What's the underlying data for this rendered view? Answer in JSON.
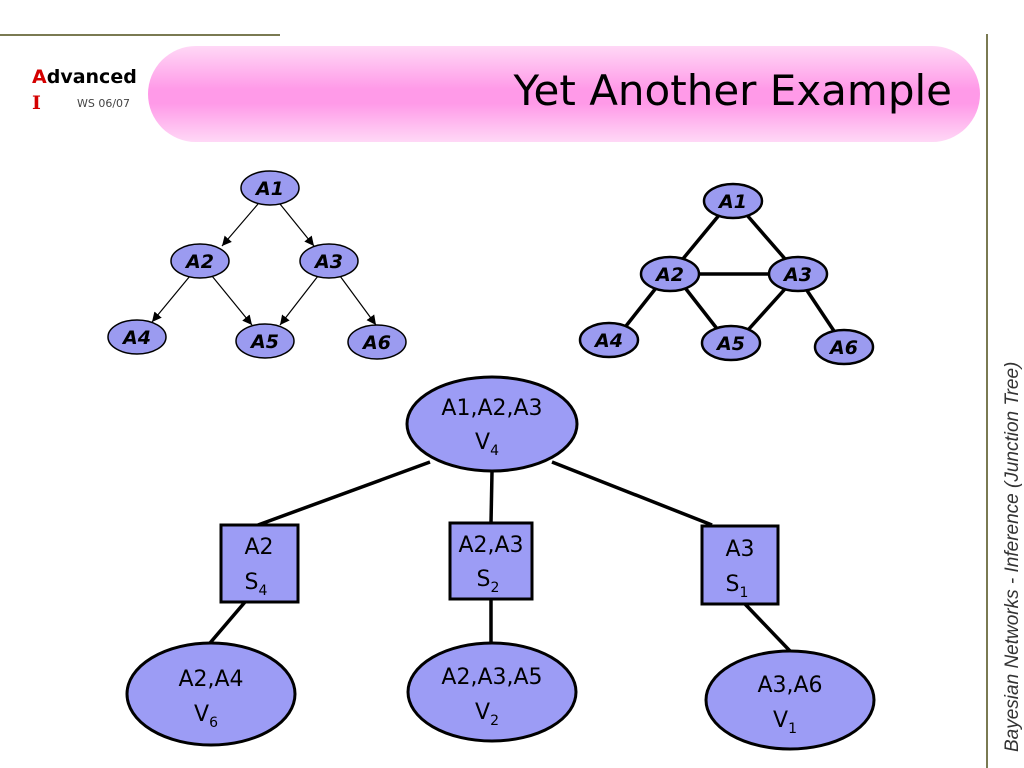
{
  "header": {
    "logo_first_letter": "A",
    "logo_rest": "dvanced",
    "logo_second_line": "I",
    "logo_term": "WS 06/07",
    "title": "Yet Another Example"
  },
  "side_caption": "Bayesian Networks  - Inference (Junction Tree)",
  "left_graph": {
    "nodes": [
      "A1",
      "A2",
      "A3",
      "A4",
      "A5",
      "A6"
    ],
    "edges": [
      [
        "A1",
        "A2"
      ],
      [
        "A1",
        "A3"
      ],
      [
        "A2",
        "A4"
      ],
      [
        "A2",
        "A5"
      ],
      [
        "A3",
        "A5"
      ],
      [
        "A3",
        "A6"
      ]
    ]
  },
  "right_graph": {
    "nodes": [
      "A1",
      "A2",
      "A3",
      "A4",
      "A5",
      "A6"
    ],
    "edges": [
      [
        "A1",
        "A2"
      ],
      [
        "A1",
        "A3"
      ],
      [
        "A2",
        "A3"
      ],
      [
        "A2",
        "A4"
      ],
      [
        "A2",
        "A5"
      ],
      [
        "A3",
        "A5"
      ],
      [
        "A3",
        "A6"
      ]
    ]
  },
  "junction_tree": {
    "root": {
      "vars": "A1,A2,A3",
      "potential": "V",
      "potential_sub": "4"
    },
    "separators": [
      {
        "vars": "A2",
        "name": "S",
        "sub": "4"
      },
      {
        "vars": "A2,A3",
        "name": "S",
        "sub": "2"
      },
      {
        "vars": "A3",
        "name": "S",
        "sub": "1"
      }
    ],
    "leaves": [
      {
        "vars": "A2,A4",
        "potential": "V",
        "potential_sub": "6"
      },
      {
        "vars": "A2,A3,A5",
        "potential": "V",
        "potential_sub": "2"
      },
      {
        "vars": "A3,A6",
        "potential": "V",
        "potential_sub": "1"
      }
    ]
  },
  "colors": {
    "node_fill": "#9b9bf0",
    "banner_pink": "#ff9ae8",
    "logo_red": "#d40000"
  }
}
